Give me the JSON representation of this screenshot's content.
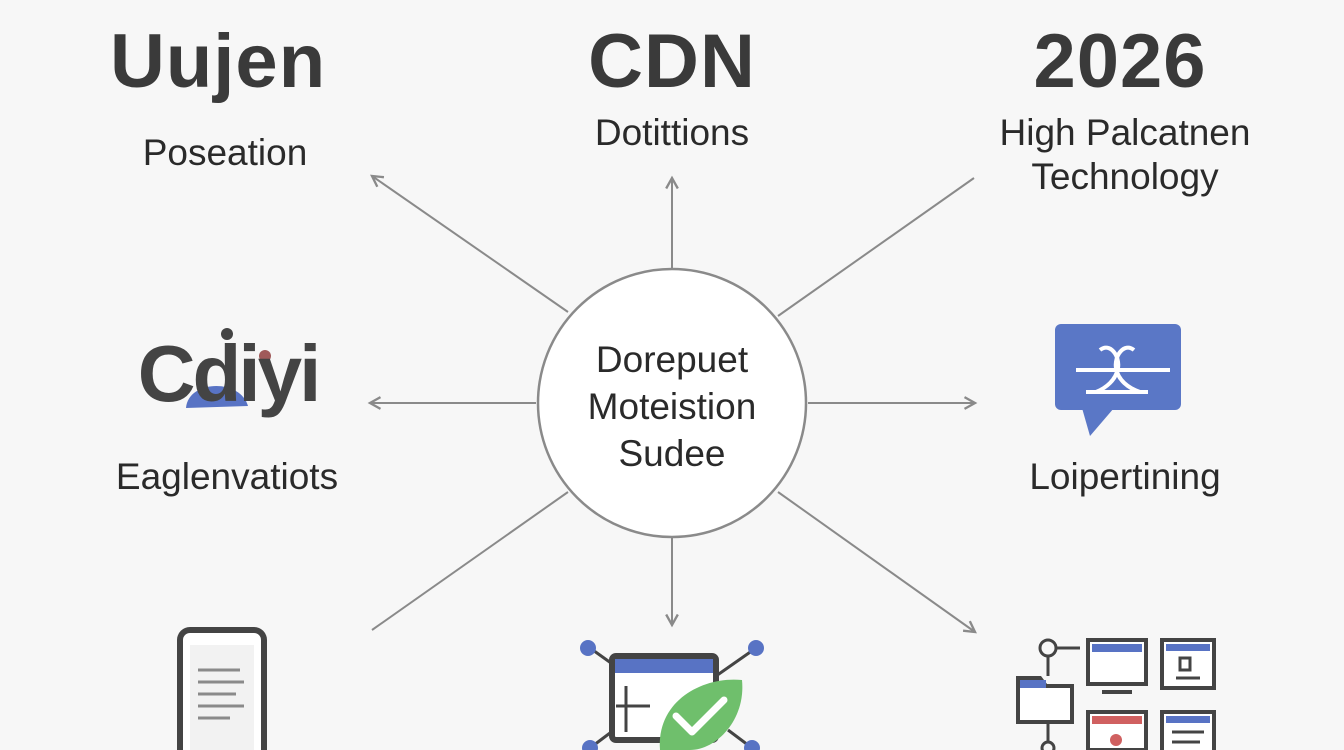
{
  "nodes": {
    "top_left": {
      "headline": "Uujen",
      "caption": "Poseation"
    },
    "top_center": {
      "headline": "CDN",
      "caption": "Dotittions"
    },
    "top_right": {
      "headline": "2026",
      "caption_line1": "High Palcatnen",
      "caption_line2": "Technology"
    },
    "mid_left": {
      "logo_text": "Cdiyi",
      "caption": "Eaglenvatiots"
    },
    "mid_right": {
      "icon": "chat-bubble-icon",
      "caption": "Loipertining"
    },
    "bottom_left": {
      "icon": "smartphone-icon"
    },
    "bottom_center": {
      "icon": "browser-checkmark-icon"
    },
    "bottom_right": {
      "icon": "device-network-icon"
    }
  },
  "center": {
    "line1": "Dorepuet",
    "line2": "Moteistion",
    "line3": "Sudee"
  },
  "colors": {
    "text": "#2e2e2e",
    "line": "#8a8a8a",
    "accent_blue": "#5873c4",
    "accent_green": "#6fbf6c",
    "logo_dark": "#444444"
  }
}
